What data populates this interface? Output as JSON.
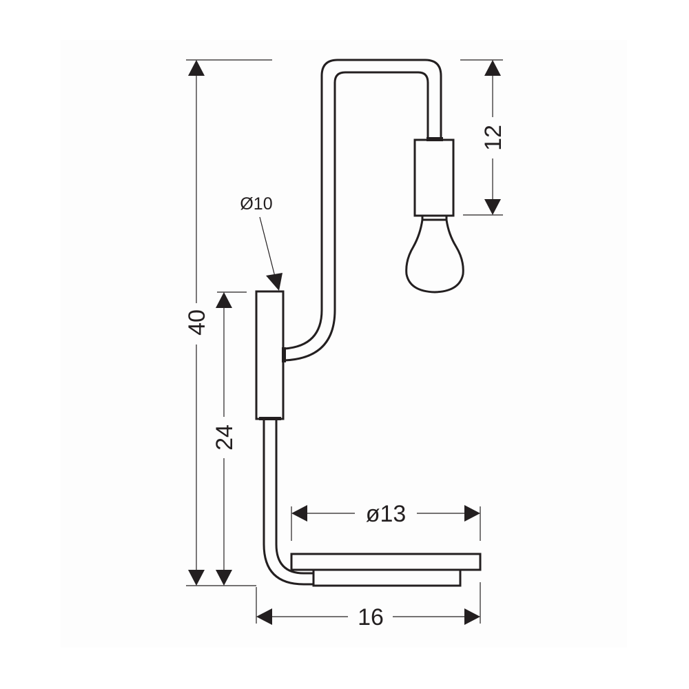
{
  "dimensions": {
    "total_height": "40",
    "base_height": "24",
    "socket_drop": "12",
    "depth": "16",
    "base_diameter": "ø13",
    "wall_plate_diameter": "Ø10"
  },
  "colors": {
    "line": "#231f20",
    "background": "#ffffff"
  }
}
